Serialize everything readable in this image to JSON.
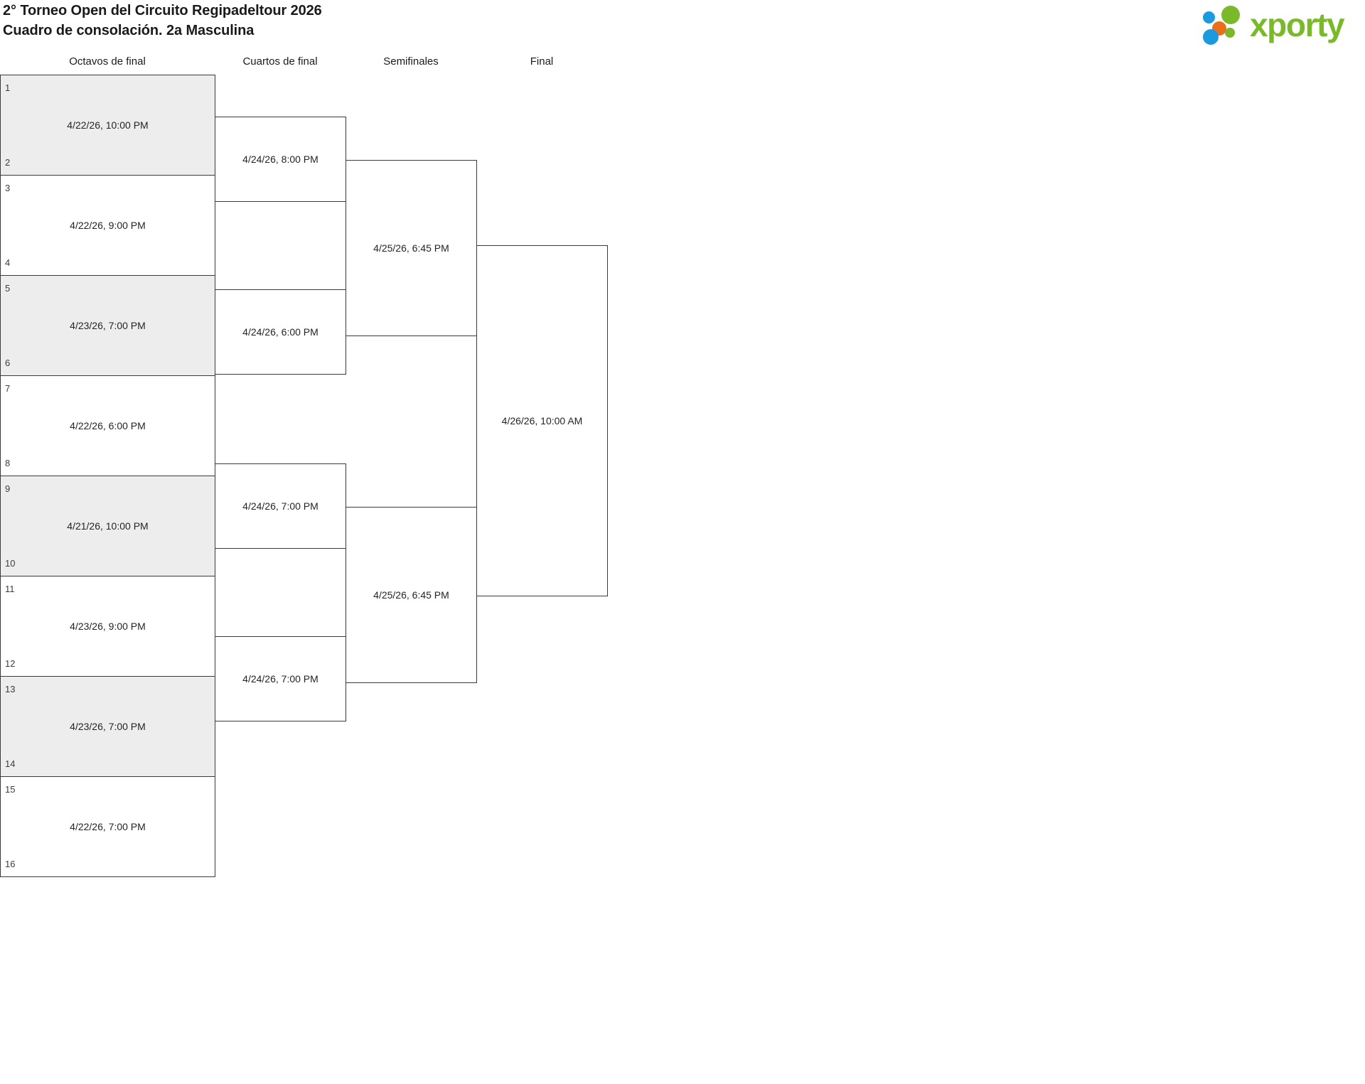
{
  "header": {
    "title_line1": "2° Torneo Open del Circuito Regipadeltour 2026",
    "title_line2": "Cuadro de consolación. 2a Masculina",
    "logo_text": "xporty",
    "logo_colors": {
      "green": "#7ab929",
      "orange": "#e8701a",
      "blue": "#1b9ae0"
    }
  },
  "rounds": [
    {
      "key": "octavos",
      "label": "Octavos de final"
    },
    {
      "key": "cuartos",
      "label": "Cuartos de final"
    },
    {
      "key": "semis",
      "label": "Semifinales"
    },
    {
      "key": "final",
      "label": "Final"
    }
  ],
  "bracket": {
    "octavos": [
      {
        "seed_top": "1",
        "seed_bottom": "2",
        "time": "4/22/26, 10:00 PM",
        "shaded": true
      },
      {
        "seed_top": "3",
        "seed_bottom": "4",
        "time": "4/22/26, 9:00 PM",
        "shaded": false
      },
      {
        "seed_top": "5",
        "seed_bottom": "6",
        "time": "4/23/26, 7:00 PM",
        "shaded": true
      },
      {
        "seed_top": "7",
        "seed_bottom": "8",
        "time": "4/22/26, 6:00 PM",
        "shaded": false
      },
      {
        "seed_top": "9",
        "seed_bottom": "10",
        "time": "4/21/26, 10:00 PM",
        "shaded": true
      },
      {
        "seed_top": "11",
        "seed_bottom": "12",
        "time": "4/23/26, 9:00 PM",
        "shaded": false
      },
      {
        "seed_top": "13",
        "seed_bottom": "14",
        "time": "4/23/26, 7:00 PM",
        "shaded": true
      },
      {
        "seed_top": "15",
        "seed_bottom": "16",
        "time": "4/22/26, 7:00 PM",
        "shaded": false
      }
    ],
    "cuartos": [
      {
        "time": "4/24/26, 8:00 PM"
      },
      {
        "time": "4/24/26, 6:00 PM"
      },
      {
        "time": "4/24/26, 7:00 PM"
      },
      {
        "time": "4/24/26, 7:00 PM"
      }
    ],
    "semis": [
      {
        "time": "4/25/26, 6:45 PM"
      },
      {
        "time": "4/25/26, 6:45 PM"
      }
    ],
    "final": [
      {
        "time": "4/26/26, 10:00 AM"
      }
    ]
  }
}
